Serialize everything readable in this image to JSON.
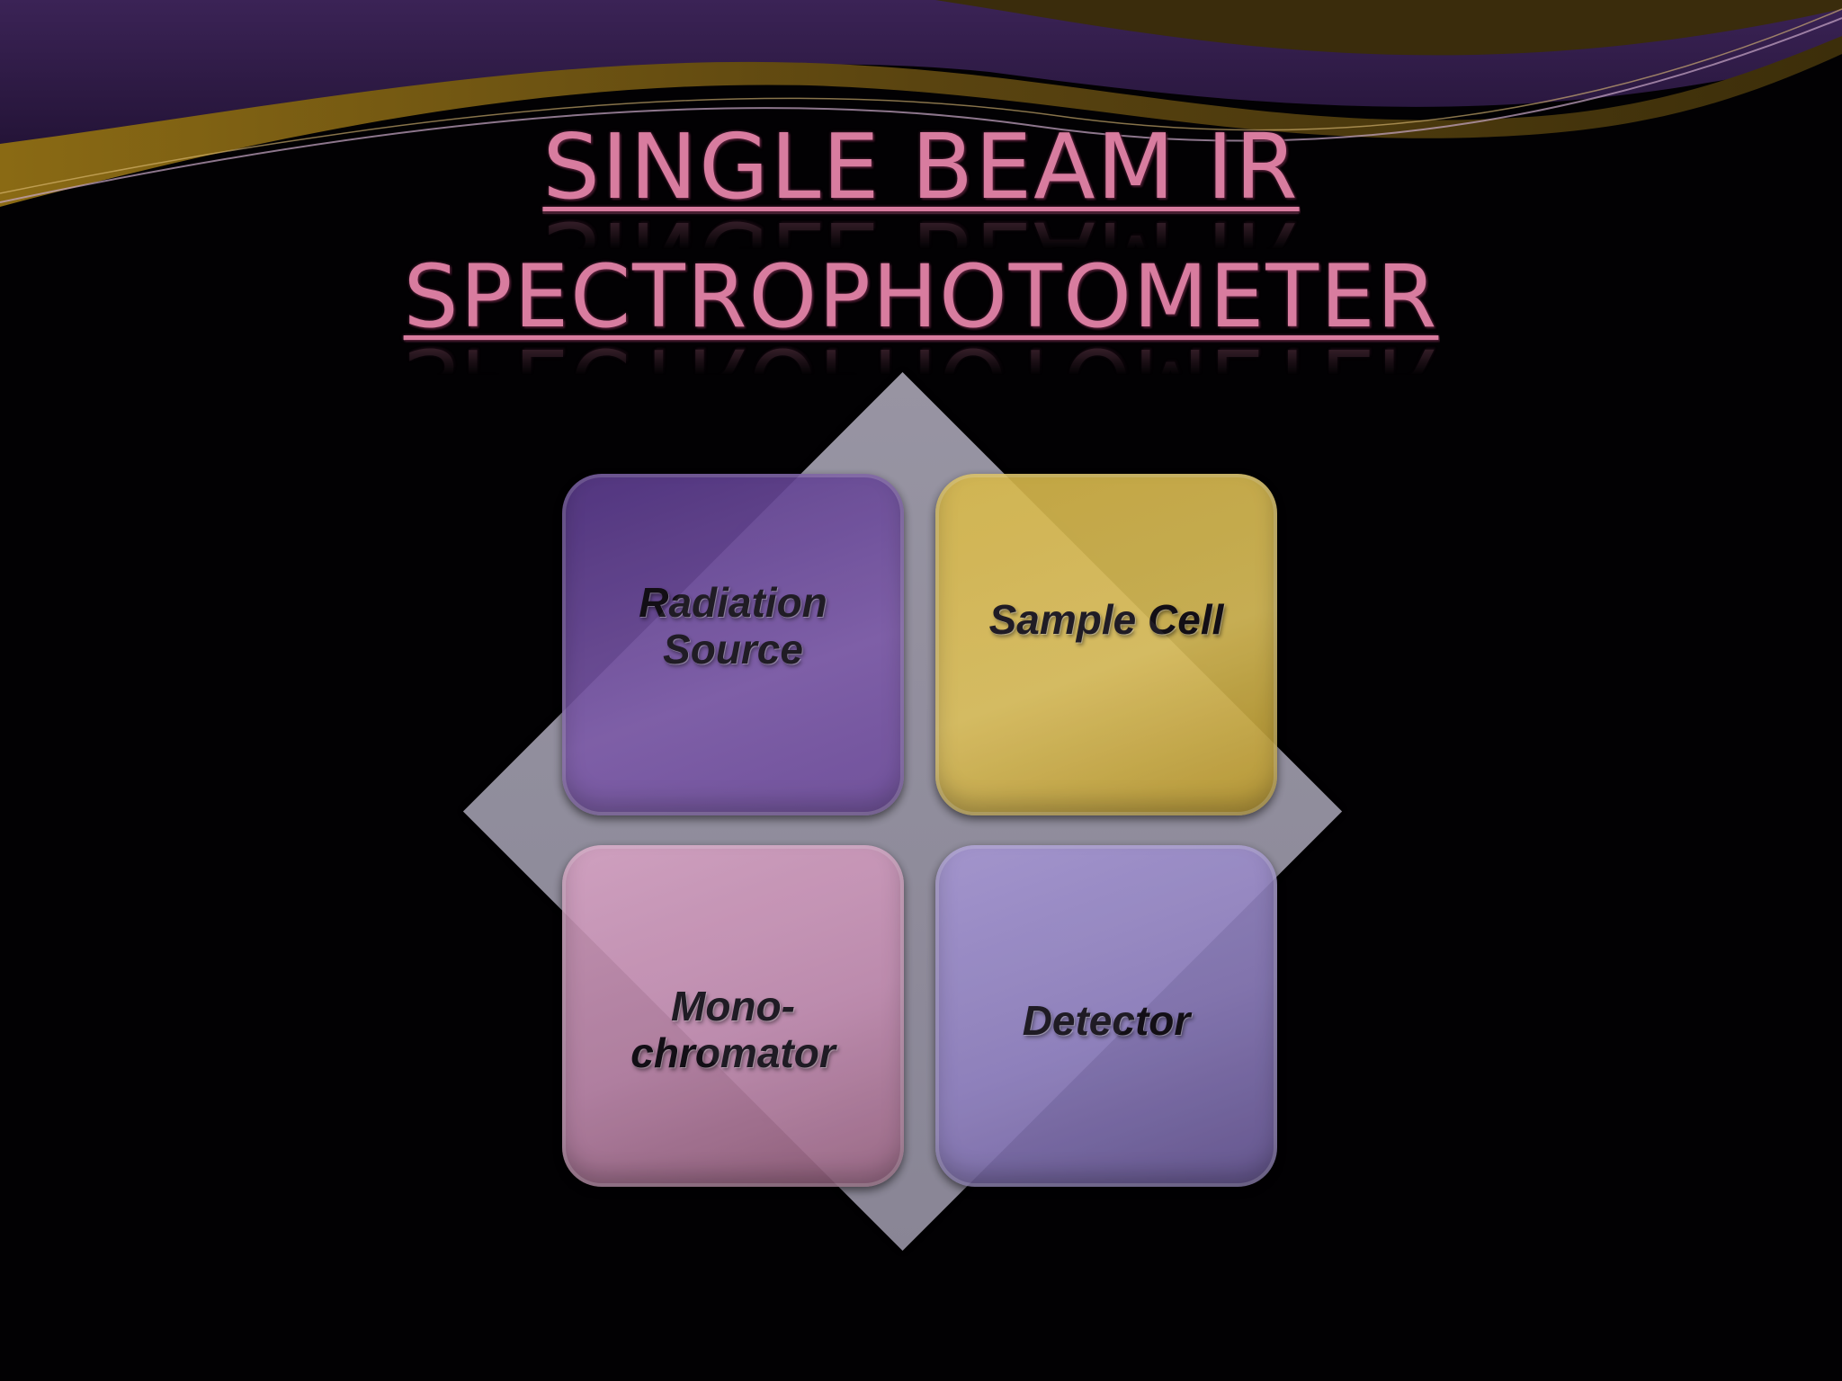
{
  "slide": {
    "title_line1": "SINGLE BEAM IR",
    "title_line2": "SPECTROPHOTOMETER"
  },
  "diagram": {
    "boxes": [
      {
        "label": "Radiation\nSource"
      },
      {
        "label": "Sample Cell"
      },
      {
        "label": "Mono-\nchromator"
      },
      {
        "label": "Detector"
      }
    ]
  },
  "colors": {
    "title": "#d87c9f",
    "background": "#020103",
    "box_radiation_source": "#7c5aa8",
    "box_sample_cell": "#dcc05c",
    "box_monochromator": "#c28cb0",
    "box_detector": "#8f80bf",
    "diamond": "#b9b5c6",
    "swoosh_gold": "#b08a1e",
    "swoosh_purple": "#2a1640"
  }
}
